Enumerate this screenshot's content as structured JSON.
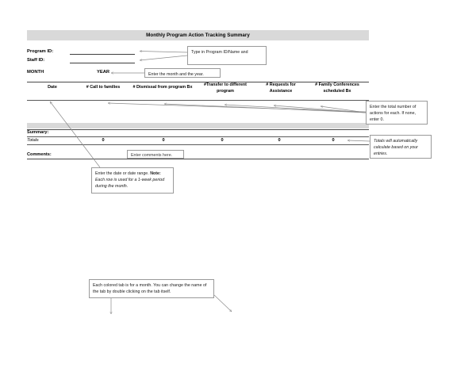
{
  "document": {
    "title": "Monthly Program Action Tracking Summary"
  },
  "form": {
    "program_id_label": "Program ID:",
    "staff_id_label": "Staff ID:",
    "program_id_value": "",
    "staff_id_value": "",
    "month_label": "MONTH",
    "year_label": "YEAR",
    "month_value": "",
    "year_value": ""
  },
  "table": {
    "columns": [
      {
        "header": "Date"
      },
      {
        "header": "# Call to families"
      },
      {
        "header": "# Dismissal from program Bx"
      },
      {
        "header": "#Transfer to different program"
      },
      {
        "header": "# Requests for Assistance"
      },
      {
        "header": "# Family Conferences scheduled Bx"
      }
    ],
    "summary_label": "Summary:",
    "totals_label": "Totals",
    "totals_values": [
      "0",
      "0",
      "0",
      "0",
      "0"
    ],
    "comments_label": "Comments:",
    "comments_value": ""
  },
  "callouts": {
    "program_id": "Type in Program ID/Name and",
    "month_year": "Enter the month and the year.",
    "entries": "Enter the total number of actions  for each. If none, enter 0.",
    "totals": "Totals will automatically calculate based on your entries.",
    "date_line1": "Enter the date or date range.",
    "date_note_label": "Note:",
    "date_note_text": "Each row is used for a 1-week period during the month.",
    "comments_hint": "Enter comments here.",
    "tabs": "Each colored tab is for a month. You can change the name of the tab by double clicking on the tab itself."
  },
  "colors": {
    "band_gray": "#d9d9d9",
    "rule_dark": "#4a4a4a",
    "callout_border": "#9a9a9a",
    "arrow": "#8c8c8c"
  }
}
